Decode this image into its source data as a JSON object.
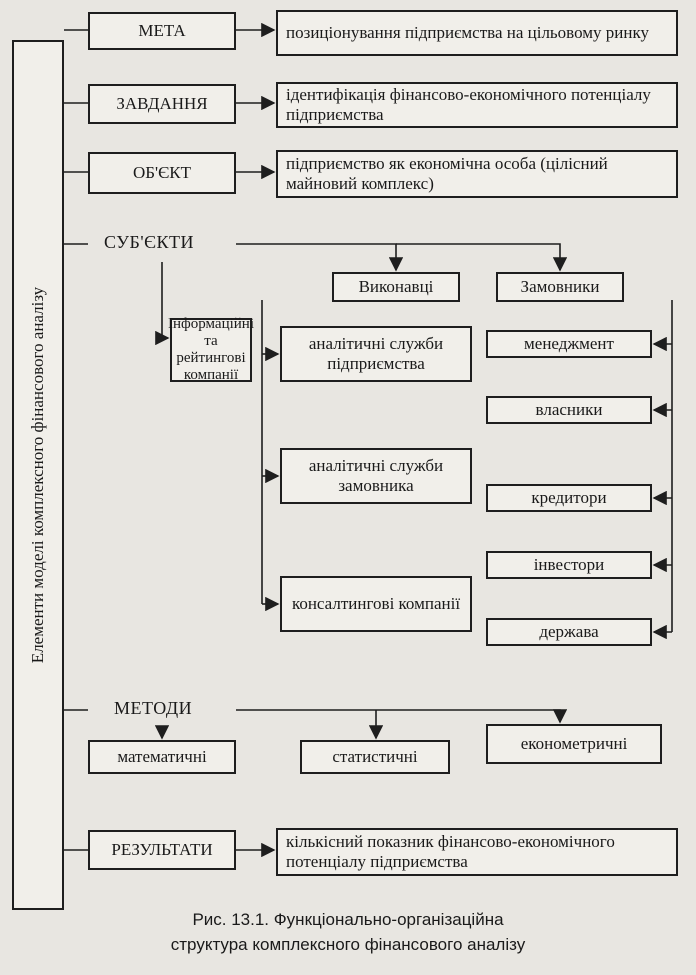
{
  "diagram": {
    "side_label": "Елементи моделі комплексного фінансового аналізу",
    "categories": {
      "goal": "МЕТА",
      "tasks": "ЗАВДАННЯ",
      "object": "ОБ'ЄКТ",
      "subjects": "СУБ'ЄКТИ",
      "methods": "МЕТОДИ",
      "results": "РЕЗУЛЬТАТИ"
    },
    "descriptions": {
      "goal": "позиціонування підприємства на цільовому ринку",
      "tasks": "ідентифікація фінансово-економічного потенціалу підприємства",
      "object": "підприємство як економічна особа (цілісний майновий комплекс)",
      "results": "кількісний показник фінансово-економічного потенціалу підприємства"
    },
    "subjects": {
      "rating": "Інформаційні та рейтингові компанії",
      "executors_header": "Виконавці",
      "customers_header": "Замовники",
      "executors": [
        "аналітичні служби підприємства",
        "аналітичні служби замовника",
        "консалтингові компанії"
      ],
      "customers": [
        "менеджмент",
        "власники",
        "кредитори",
        "інвестори",
        "держава"
      ]
    },
    "methods": [
      "математичні",
      "статистичні",
      "економетричні"
    ]
  },
  "caption": {
    "line1": "Рис. 13.1. Функціонально-організаційна",
    "line2": "структура комплексного фінансового аналізу"
  }
}
